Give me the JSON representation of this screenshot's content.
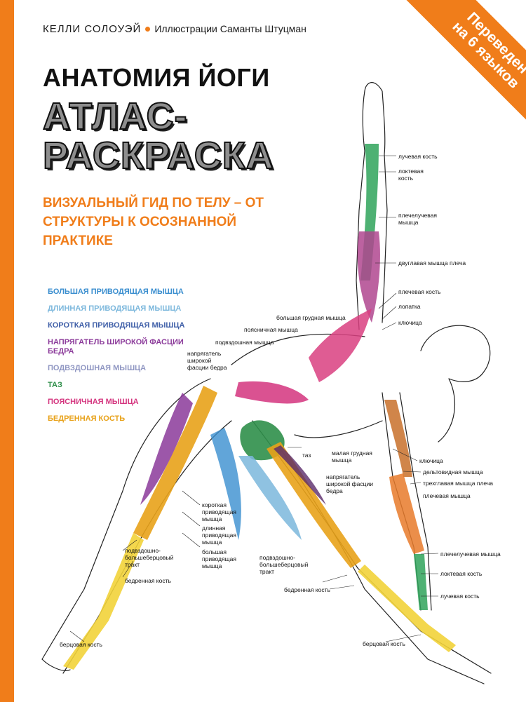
{
  "header": {
    "author": "КЕЛЛИ СОЛОУЭЙ",
    "illustrator": "Иллюстрации Саманты Штуцман"
  },
  "ribbon": {
    "line1": "Переведен",
    "line2": "на 6 языков"
  },
  "title": {
    "line1": "АНАТОМИЯ ЙОГИ",
    "line2": "АТЛАС-",
    "line3": "РАСКРАСКА"
  },
  "subtitle": "ВИЗУАЛЬНЫЙ ГИД ПО ТЕЛУ – ОТ СТРУКТУРЫ К ОСОЗНАННОЙ ПРАКТИКЕ",
  "legend": [
    {
      "label": "БОЛЬШАЯ ПРИВОДЯЩАЯ МЫШЦА",
      "color": "#3a8ecf"
    },
    {
      "label": "ДЛИННАЯ ПРИВОДЯЩАЯ МЫШЦА",
      "color": "#7bb7dc"
    },
    {
      "label": "КОРОТКАЯ ПРИВОДЯЩАЯ МЫШЦА",
      "color": "#3f5fa8"
    },
    {
      "label": "НАПРЯГАТЕЛЬ ШИРОКОЙ ФАСЦИИ БЕДРА",
      "color": "#8b3a9a"
    },
    {
      "label": "ПОДВЗДОШНАЯ МЫШЦА",
      "color": "#8f96c2"
    },
    {
      "label": "ТАЗ",
      "color": "#2f8f4a"
    },
    {
      "label": "ПОЯСНИЧНАЯ МЫШЦА",
      "color": "#d4347e"
    },
    {
      "label": "БЕДРЕННАЯ КОСТЬ",
      "color": "#e8a21a"
    }
  ],
  "labels": {
    "radius_top": "лучевая кость",
    "ulna_top": "локтевая кость",
    "brachioradialis_top": "плечелучевая мышца",
    "biceps": "двуглавая мышца плеча",
    "humerus_top": "плечевая кость",
    "scapula": "лопатка",
    "clavicle_top": "ключица",
    "pectoralis_major": "большая грудная мышца",
    "psoas": "поясничная мышца",
    "iliacus": "подвздошная мышца",
    "tfl_left": "напрягатель широкой фасции бедра",
    "pelvis": "таз",
    "pectoralis_minor": "малая грудная мышца",
    "clavicle_bottom": "ключица",
    "deltoid": "дельтовидная мышца",
    "triceps": "трехглавая мышца плеча",
    "humerus_bottom": "плечевая мышца",
    "tfl_right": "напрягатель широкой фасции бедра",
    "adductor_brevis": "короткая приводящая мышца",
    "adductor_longus": "длинная приводящая мышца",
    "adductor_magnus": "большая приводящая мышца",
    "it_band_left": "подвздошно-большеберцовый тракт",
    "femur_left": "бедренная кость",
    "it_band_right": "подвздошно-большеберцовый тракт",
    "femur_right": "бедренная кость",
    "brachioradialis_bottom": "плечелучевая мышца",
    "ulna_bottom": "локтевая кость",
    "radius_bottom": "лучевая кость",
    "tibia_left": "берцовая кость",
    "tibia_right": "берцовая кость"
  }
}
